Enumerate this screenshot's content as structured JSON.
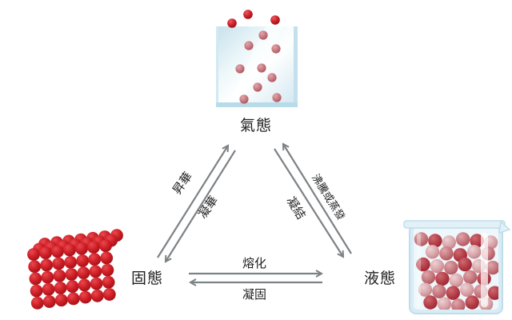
{
  "nodes": {
    "gas": {
      "label": "氣態"
    },
    "solid": {
      "label": "固態"
    },
    "liquid": {
      "label": "液態"
    }
  },
  "transitions": {
    "sublimation": {
      "label": "昇華",
      "from": "solid",
      "to": "gas"
    },
    "deposition": {
      "label": "凝華",
      "from": "gas",
      "to": "solid"
    },
    "boiling_or_evaporation": {
      "label": "沸騰或蒸發",
      "from": "liquid",
      "to": "gas"
    },
    "condensation": {
      "label": "凝結",
      "from": "gas",
      "to": "liquid"
    },
    "melting": {
      "label": "熔化",
      "from": "solid",
      "to": "liquid"
    },
    "freezing": {
      "label": "凝固",
      "from": "liquid",
      "to": "solid"
    }
  },
  "colors": {
    "arrow": "#7d8285",
    "text": "#1f1f1f",
    "particle_red": "#cc1f28",
    "particle_rose": "#c4737a",
    "glass_blue": "#bcdde9",
    "background": "#ffffff"
  }
}
